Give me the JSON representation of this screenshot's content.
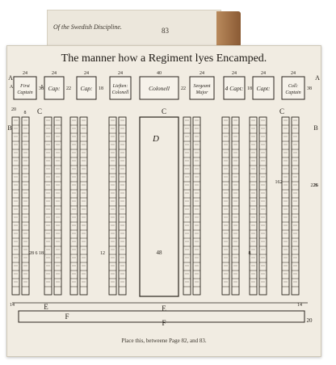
{
  "page": {
    "running_head": "Of the Swedish Discipline.",
    "page_number": "83",
    "title": "The manner how a Regiment lyes Encamped.",
    "footer": "Place this, betweene Page 82, and 83."
  },
  "tents": [
    {
      "id": "first-captain",
      "label_lines": [
        "First",
        "Captain"
      ],
      "number": "24",
      "prefix": "A",
      "side": "38"
    },
    {
      "id": "cap-1",
      "label_lines": [
        "Cap:"
      ],
      "number": "24",
      "prefix": "5",
      "side": "22"
    },
    {
      "id": "cap-2",
      "label_lines": [
        "Cap:"
      ],
      "number": "24",
      "prefix": "",
      "side": "18"
    },
    {
      "id": "lieutenant-colonell",
      "label_lines": [
        "Lieften:",
        "Colonell"
      ],
      "number": "24",
      "prefix": "",
      "side": ""
    },
    {
      "id": "colonell",
      "label_lines": [
        "Colonell"
      ],
      "number": "40",
      "prefix": "",
      "side": "22"
    },
    {
      "id": "sergeant-major",
      "label_lines": [
        "Sergeant",
        "Major"
      ],
      "number": "24",
      "prefix": "",
      "side": ""
    },
    {
      "id": "cap-4",
      "label_lines": [
        "4 Capt:"
      ],
      "number": "24",
      "prefix": "",
      "side": "18"
    },
    {
      "id": "cap-3",
      "label_lines": [
        "Capt:"
      ],
      "number": "24",
      "prefix": "",
      "side": ""
    },
    {
      "id": "colonells-captain",
      "label_lines": [
        "Coll:",
        "Captain"
      ],
      "number": "24",
      "prefix": "",
      "side": "38"
    }
  ],
  "markers": {
    "A_left": "A",
    "A_right": "A",
    "B_left": "B",
    "B_right": "B",
    "C": "C",
    "D": "D",
    "E": "E",
    "F": "F",
    "row_numbers": [
      "20",
      "8",
      "6",
      "28",
      "12",
      "8",
      "26",
      "14",
      "18",
      "162",
      "226",
      "14"
    ],
    "colonell_block": "48",
    "end_number": "20"
  }
}
